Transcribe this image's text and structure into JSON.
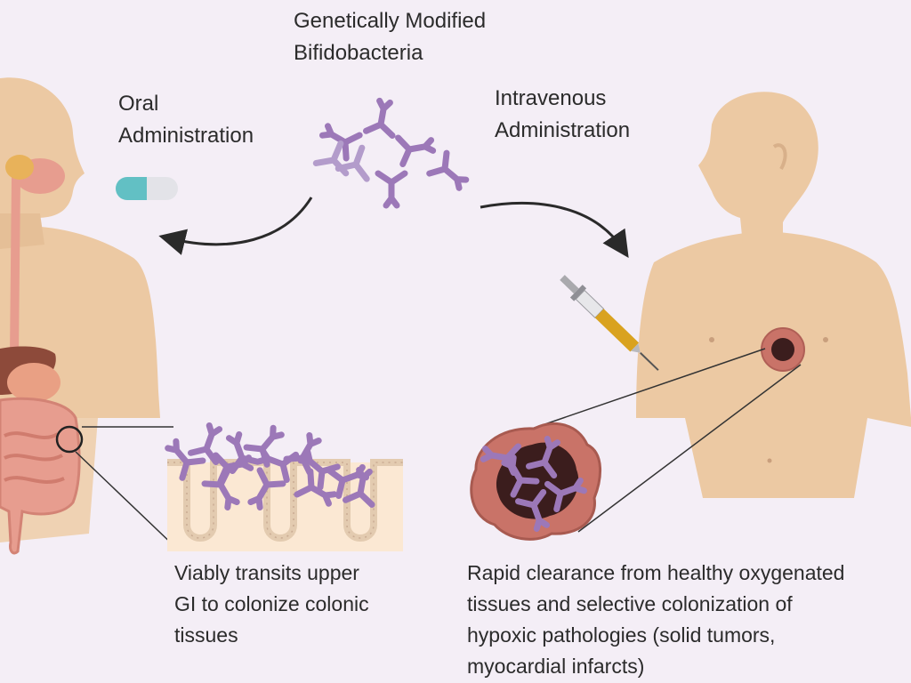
{
  "title_lines": [
    "Genetically Modified",
    "Bifidobacteria"
  ],
  "oral_label_lines": [
    "Oral",
    "Administration"
  ],
  "iv_label_lines": [
    "Intravenous",
    "Administration"
  ],
  "colon_caption_lines": [
    "Viably transits upper",
    "GI to colonize colonic",
    "tissues"
  ],
  "tumor_caption_lines": [
    "Rapid clearance from healthy oxygenated",
    "tissues and selective colonization of",
    "hypoxic pathologies (solid tumors,",
    "myocardial infarcts)"
  ],
  "colors": {
    "background": "#f4eef6",
    "skin": "#ecc9a3",
    "bacteria": "#9c78b8",
    "arrow": "#2a2a2a",
    "intestine": "#e79d8f",
    "tumor": "#c97368",
    "pill_teal": "#62c0c4",
    "syringe_fluid": "#d9a21f"
  }
}
